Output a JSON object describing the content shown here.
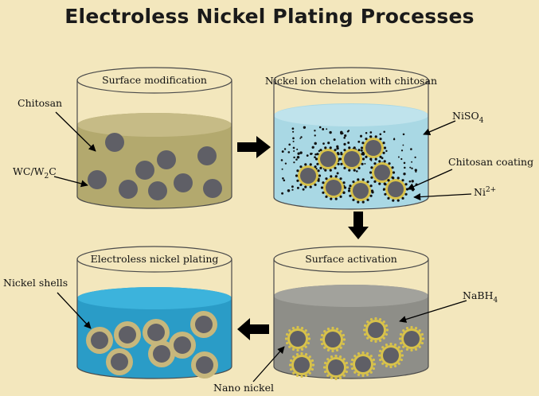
{
  "title": "Electroless Nickel Plating Processes",
  "steps": {
    "surface_modification": "Surface modification",
    "chelation": "Nickel ion chelation with chitosan",
    "surface_activation": "Surface activation",
    "electroless_plating": "Electroless nickel plating"
  },
  "labels": {
    "chitosan": "Chitosan",
    "wc_w2c": {
      "a": "WC/W",
      "sub": "2",
      "b": "C"
    },
    "niso4": {
      "a": "NiSO",
      "sub": "4"
    },
    "chitosan_coating": "Chitosan coating",
    "ni2": {
      "a": "Ni",
      "sup": "2+"
    },
    "nabh4": {
      "a": "NaBH",
      "sub": "4"
    },
    "nickel_shells": "Nickel shells",
    "nano_nickel": "Nano nickel"
  },
  "colors": {
    "background": "#f3e7bd",
    "chitosan_liquid": "#b3a96e",
    "niso4_liquid": "#a9d8e4",
    "nabh4_liquid": "#8e8e88",
    "plating_liquid": "#2a9cc7",
    "particle": "#5f5f66",
    "coating": "#d8c24a",
    "nickel_shell": "#c7b77c"
  }
}
